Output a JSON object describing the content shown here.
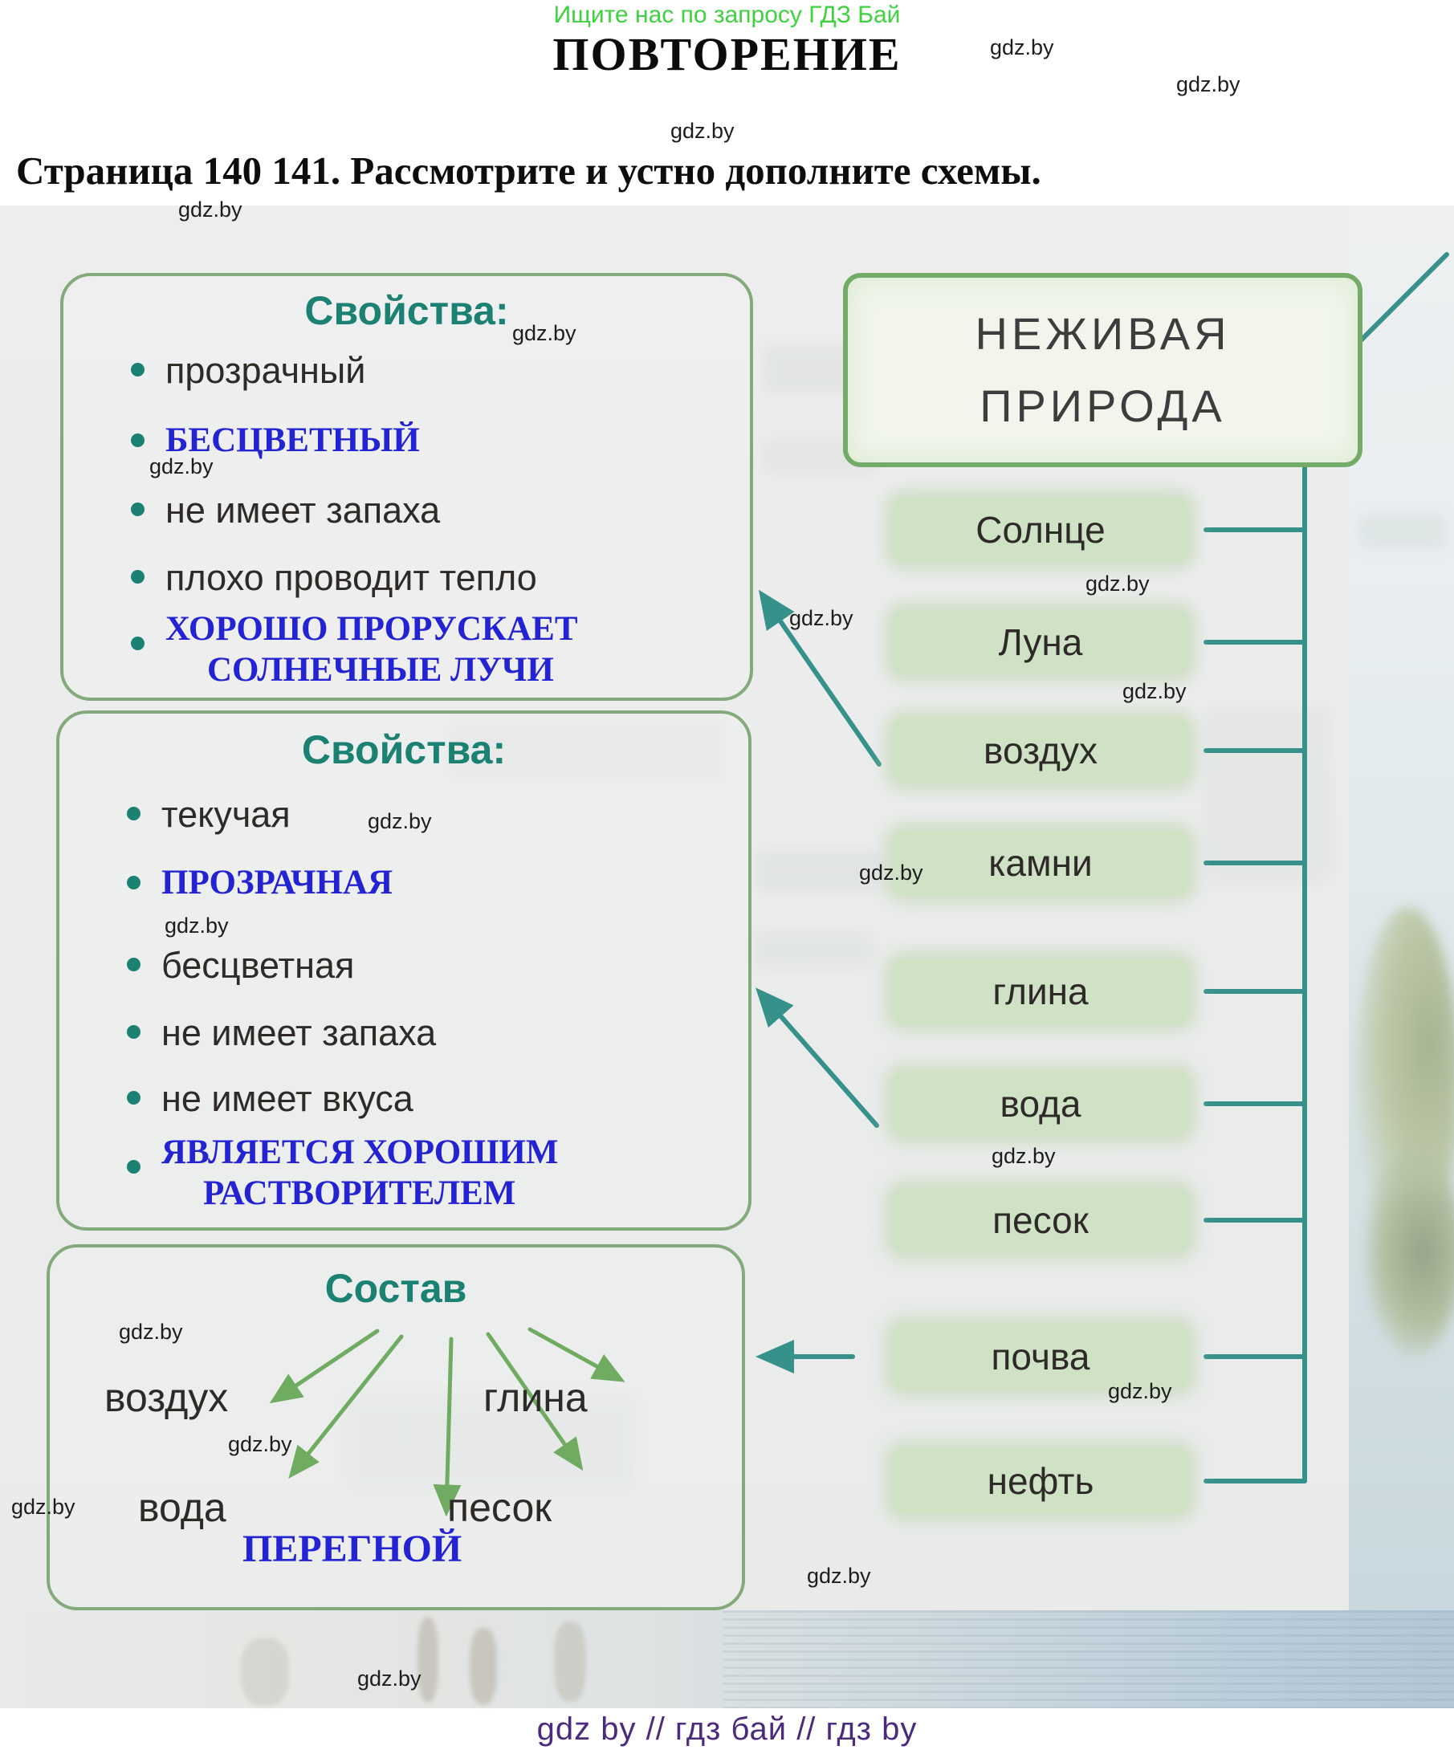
{
  "promo_banner": "Ищите нас по запросу ГДЗ Бай",
  "page_title": "ПОВТОРЕНИЕ",
  "task_heading": "Страница 140 141. Рассмотрите и устно дополните схемы.",
  "watermark_label": "gdz.by",
  "footer_credits": "gdz by  //  гдз бай  //  гдз by",
  "air_properties": {
    "title": "Свойства:",
    "items": [
      {
        "text": "прозрачный",
        "type": "printed"
      },
      {
        "text": "БЕСЦВЕТНЫЙ",
        "type": "answer"
      },
      {
        "text": "не имеет запаха",
        "type": "printed"
      },
      {
        "text": "плохо проводит тепло",
        "type": "printed"
      },
      {
        "text": "ХОРОШО ПРОРУСКАЕТ",
        "text2": "СОЛНЕЧНЫЕ ЛУЧИ",
        "type": "answer"
      }
    ]
  },
  "water_properties": {
    "title": "Свойства:",
    "items": [
      {
        "text": "текучая",
        "type": "printed"
      },
      {
        "text": "ПРОЗРАЧНАЯ",
        "type": "answer"
      },
      {
        "text": "бесцветная",
        "type": "printed"
      },
      {
        "text": "не имеет запаха",
        "type": "printed"
      },
      {
        "text": "не имеет вкуса",
        "type": "printed"
      },
      {
        "text": "ЯВЛЯЕТСЯ ХОРОШИМ",
        "text2": "РАСТВОРИТЕЛЕМ",
        "type": "answer"
      }
    ]
  },
  "soil_composition": {
    "title": "Состав",
    "components": [
      "воздух",
      "глина",
      "вода",
      "песок"
    ],
    "answer_component": "ПЕРЕГНОЙ"
  },
  "inanimate_nature": {
    "title": [
      "НЕЖИВАЯ",
      "ПРИРОДА"
    ],
    "items": [
      "Солнце",
      "Луна",
      "воздух",
      "камни",
      "глина",
      "вода",
      "песок",
      "почва",
      "нефть"
    ]
  },
  "colors": {
    "promo_green": "#3fd13f",
    "answer_blue": "#2323d4",
    "scheme_title_teal": "#1b8173",
    "connector_teal": "#37918b",
    "fan_arrow_green": "#5ca14c",
    "box_border_green": "#84aa7c",
    "nature_border_green": "#72ac68",
    "pill_green": "#cfe2c6",
    "footer_purple": "#4b2b7e"
  }
}
